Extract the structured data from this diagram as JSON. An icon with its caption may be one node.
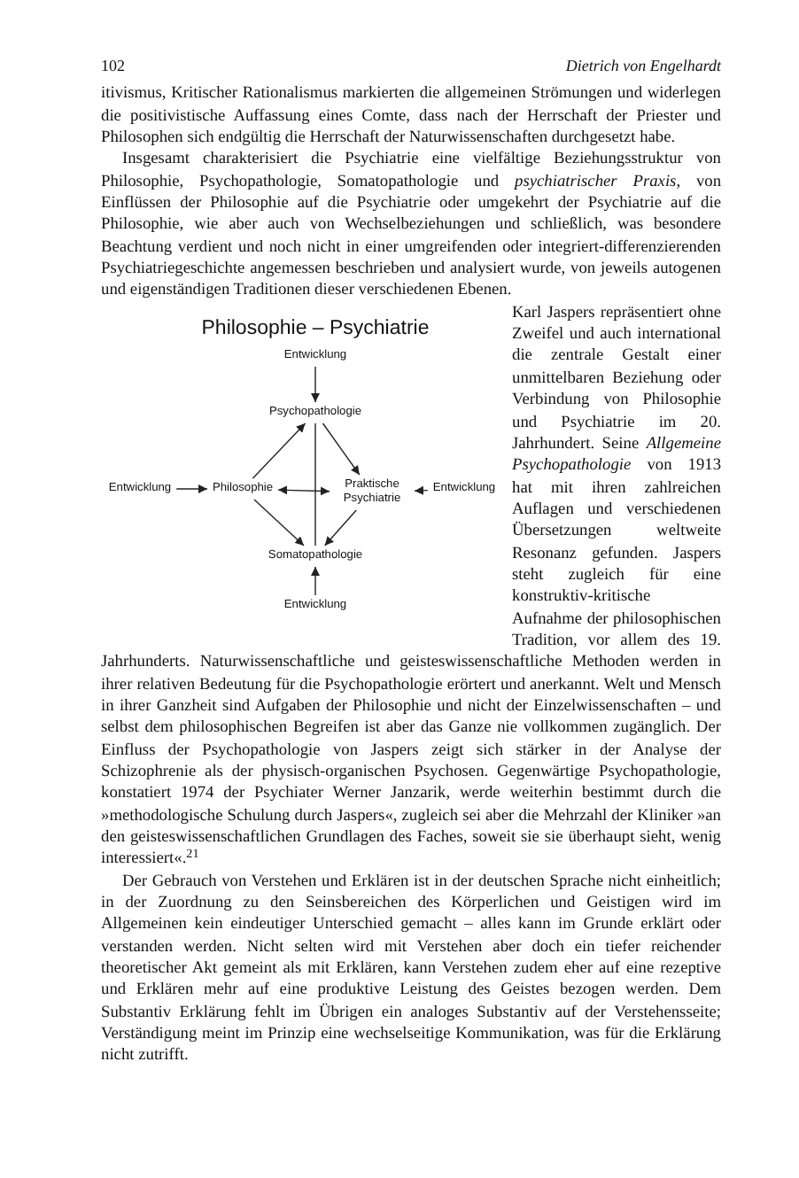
{
  "diagram": {
    "title": "Philosophie – Psychiatrie",
    "nodes": [
      {
        "text": [
          "Entwicklung"
        ]
      },
      {
        "text": [
          "Psychopathologie"
        ]
      },
      {
        "text": [
          "Entwicklung"
        ]
      },
      {
        "text": [
          "Philosophie"
        ]
      },
      {
        "text": [
          "Praktische Psychiatrie"
        ]
      },
      {
        "text": [
          "Entwicklung"
        ]
      },
      {
        "text": [
          "Somatopathologie"
        ]
      },
      {
        "text": [
          "Entwicklung"
        ]
      }
    ],
    "edges": [
      {
        "from": 0,
        "to": 1,
        "arrow": "to"
      },
      {
        "from": 3,
        "to": 1,
        "arrow": "to"
      },
      {
        "from": 1,
        "to": 4,
        "arrow": "to"
      },
      {
        "from": 1,
        "to": 6,
        "arrow": "none"
      },
      {
        "from": 2,
        "to": 3,
        "arrow": "to"
      },
      {
        "from": 3,
        "to": 4,
        "arrow": "both"
      },
      {
        "from": 5,
        "to": 4,
        "arrow": "to"
      },
      {
        "from": 3,
        "to": 6,
        "arrow": "to"
      },
      {
        "from": 4,
        "to": 6,
        "arrow": "to"
      },
      {
        "from": 7,
        "to": 6,
        "arrow": "to"
      }
    ],
    "labels": [
      "102",
      "Dietrich von Engelhardt",
      "itivismus, Kritischer Rationalismus markierten die allgemeinen Strömungen und widerlegen die positivistische Auffassung eines Comte, dass nach der Herrschaft der Priester und Philosophen sich endgültig die Herrschaft der Naturwissenschaften durchgesetzt habe.",
      "Insgesamt charakterisiert die Psychiatrie eine vielfältige Beziehungsstruktur von Philosophie, Psychopathologie, Somatopathologie und *psychiatrischer Praxis*, von Einflüssen der Philosophie auf die Psychiatrie oder umgekehrt der Psychiatrie auf die Philosophie, wie aber auch von Wechselbeziehungen und schließlich, was besondere Beachtung verdient und noch nicht in einer umgreifenden oder integriert-differenzierenden Psychiatriegeschichte angemessen beschrieben und analysiert wurde, von jeweils autogenen und eigenständigen Traditionen dieser verschiedenen Ebenen.",
      "Karl Jaspers repräsentiert ohne Zweifel und auch international die zentrale Gestalt einer unmittelbaren Beziehung oder Verbindung von Philosophie und Psychiatrie im 20. Jahrhundert. Seine *Allgemeine Psychopathologie* von 1913 hat mit ihren zahlreichen Auflagen und verschiedenen Übersetzungen weltweite Resonanz gefunden. Jaspers steht zugleich für eine konstruktiv-kritische Aufnahme der philosophischen Tradition, vor allem des 19. Jahrhunderts. Naturwissenschaftliche und geisteswissenschaftliche Methoden werden in ihrer relativen Bedeutung für die Psychopathologie erörtert und anerkannt. Welt und Mensch in ihrer Ganzheit sind Aufgaben der Philosophie und nicht der Einzelwissenschaften – und selbst dem philosophischen Begreifen ist aber das Ganze nie vollkommen zugänglich. Der Einfluss der Psychopathologie von Jaspers zeigt sich stärker in der Analyse der Schizophrenie als der physisch-organischen Psychosen. Gegenwärtige Psychopathologie, konstatiert 1974 der Psychiater Werner Janzarik, werde weiterhin bestimmt durch die »methodologische Schulung durch Jaspers«, zugleich sei aber die Mehrzahl der Kliniker »an den geisteswissenschaftlichen Grundlagen des Faches, soweit sie sie überhaupt sieht, wenig interessiert«.$^{21}$",
      "Der Gebrauch von Verstehen und Erklären ist in der deutschen Sprache nicht einheitlich; in der Zuordnung zu den Seinsbereichen des Körperlichen und Geistigen wird im Allgemeinen kein eindeutiger Unterschied gemacht – alles kann im Grunde erklärt oder verstanden werden. Nicht selten wird mit Verstehen aber doch ein tiefer reichender theoretischer Akt gemeint als mit Erklären, kann Verstehen zudem eher auf eine rezeptive und Erklären mehr auf eine produktive Leistung des Geistes bezogen werden. Dem Substantiv Erklärung fehlt im Übrigen ein analoges Substantiv auf der Verstehensseite; Verständigung meint im Prinzip eine wechselseitige Kommunikation, was für die Erklärung nicht zutrifft."
    ]
  }
}
